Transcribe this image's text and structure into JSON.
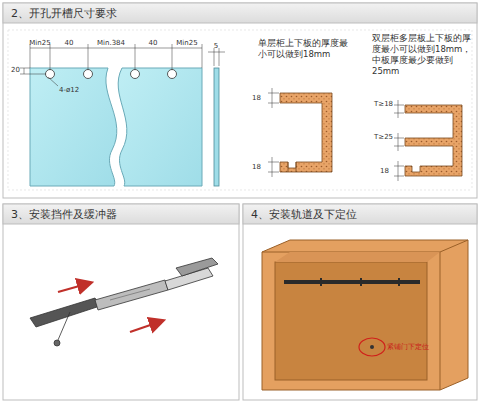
{
  "diagram": {
    "nodes": [
      {
        "text": [
          "2、开孔开槽尺寸要求"
        ]
      },
      {
        "text": [
          "3、安装挡件及缓冲器"
        ]
      },
      {
        "text": [
          "4、安装轨道及下定位"
        ]
      }
    ],
    "labels": [
      "Min25",
      "40",
      "Min.384",
      "40",
      "Min25",
      "20",
      "4-ø12",
      "5",
      "单层柜上下板的厚度最小可以做到18mm",
      "18",
      "18",
      "双层柜多层板上下板的厚度最小可以做到18mm，中板厚度最少要做到25mm",
      "T≥18",
      "T≥25",
      "18",
      "紧铺门下定位"
    ]
  }
}
